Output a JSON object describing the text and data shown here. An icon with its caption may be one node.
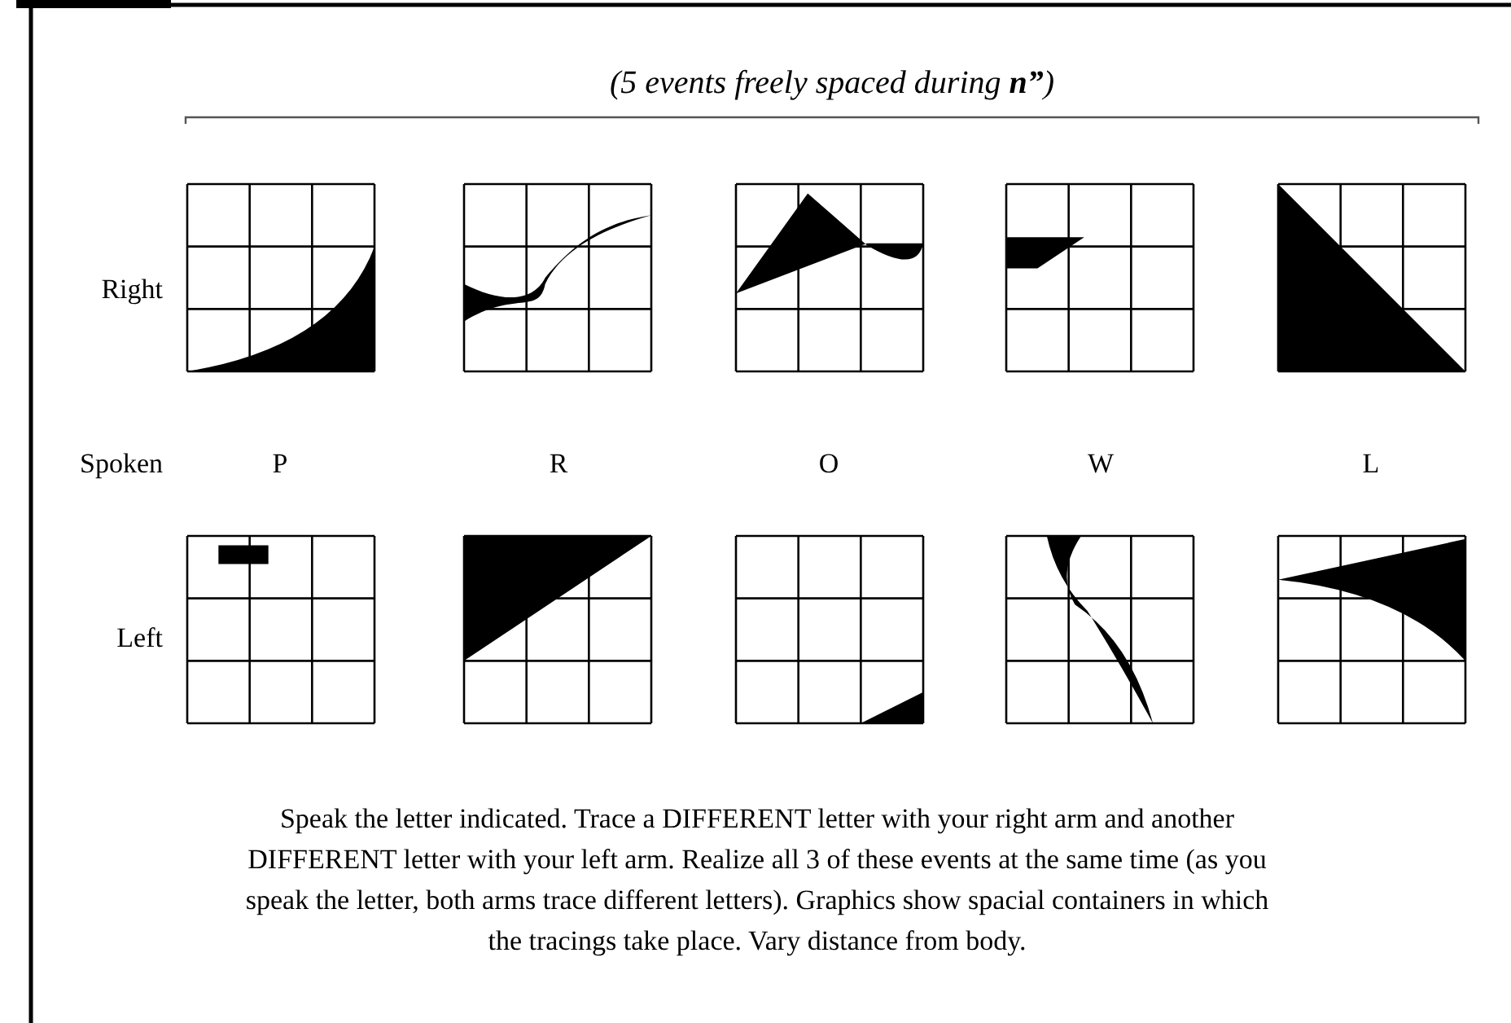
{
  "diagram": {
    "title": "(5 events freely spaced during **n”**)",
    "labels": [
      "Right",
      "Spoken",
      "P",
      "R",
      "O",
      "W",
      "L",
      "Left"
    ],
    "caption": "Speak the letter indicated. Trace a DIFFERENT letter with your right arm and another DIFFERENT letter with your left arm. Realize all 3 of these events at the same time (as you speak the letter, both arms trace different letters). Graphics show spacial containers in which the tracings take place. Vary distance from body."
  }
}
